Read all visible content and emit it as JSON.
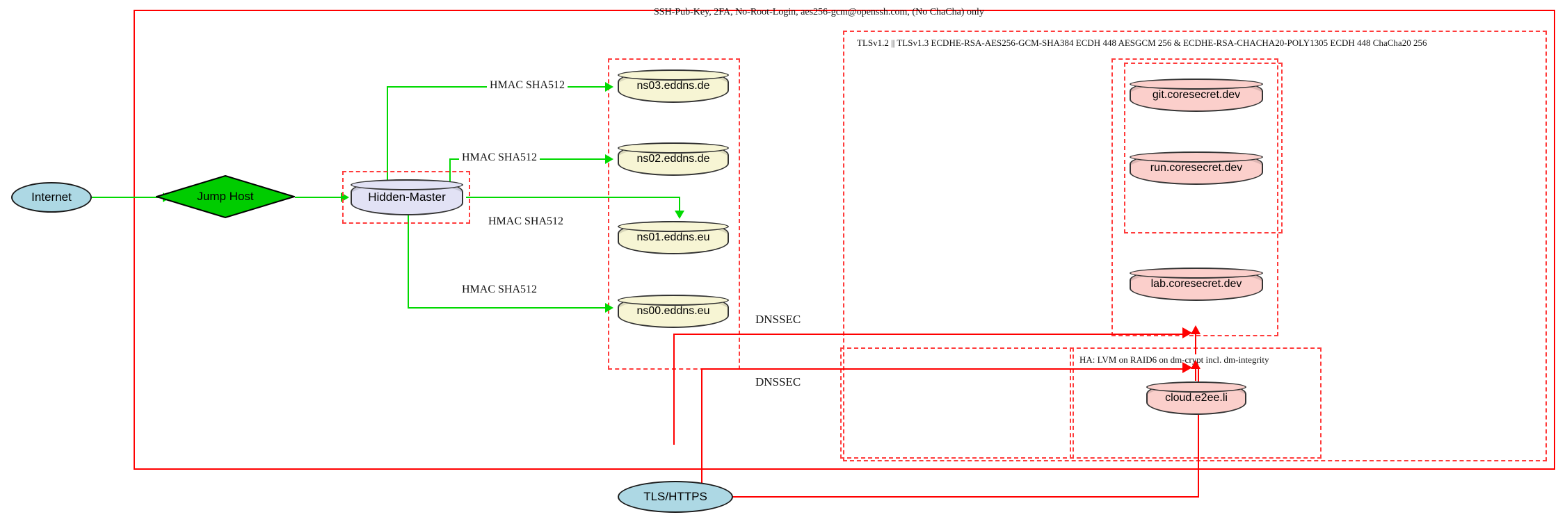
{
  "diagram": {
    "title_label": "SSH-Pub-Key, 2FA, No-Root-Login, aes256-gcm@openssh.com, (No ChaCha) only",
    "tls_label": "TLSv1.2 || TLSv1.3 ECDHE-RSA-AES256-GCM-SHA384 ECDH 448 AESGCM 256 & ECDHE-RSA-CHACHA20-POLY1305 ECDH 448 ChaCha20 256",
    "ha_label": "HA: LVM on RAID6 on dm-crypt incl. dm-integrity",
    "colors": {
      "edge_green": "#00d900",
      "edge_red": "#ff0000",
      "box_dashed": "#ff3b3b",
      "internet_fill": "#add8e4",
      "jumphost_fill": "#00cc00",
      "master_fill": "#e2e2f5",
      "ns_fill": "#f7f5d4",
      "service_fill": "#fbcfcb"
    }
  },
  "nodes": {
    "internet": "Internet",
    "jump_host": "Jump Host",
    "hidden_master": "Hidden-Master",
    "ns03": "ns03.eddns.de",
    "ns02": "ns02.eddns.de",
    "ns01": "ns01.eddns.eu",
    "ns00": "ns00.eddns.eu",
    "git": "git.coresecret.dev",
    "run": "run.coresecret.dev",
    "lab": "lab.coresecret.dev",
    "cloud": "cloud.e2ee.li",
    "tls_https": "TLS/HTTPS"
  },
  "edge_labels": {
    "hmac_ns03": "HMAC SHA512",
    "hmac_ns02": "HMAC SHA512",
    "hmac_ns01": "HMAC SHA512",
    "hmac_ns00": "HMAC SHA512",
    "dnssec_upper": "DNSSEC",
    "dnssec_lower": "DNSSEC"
  }
}
